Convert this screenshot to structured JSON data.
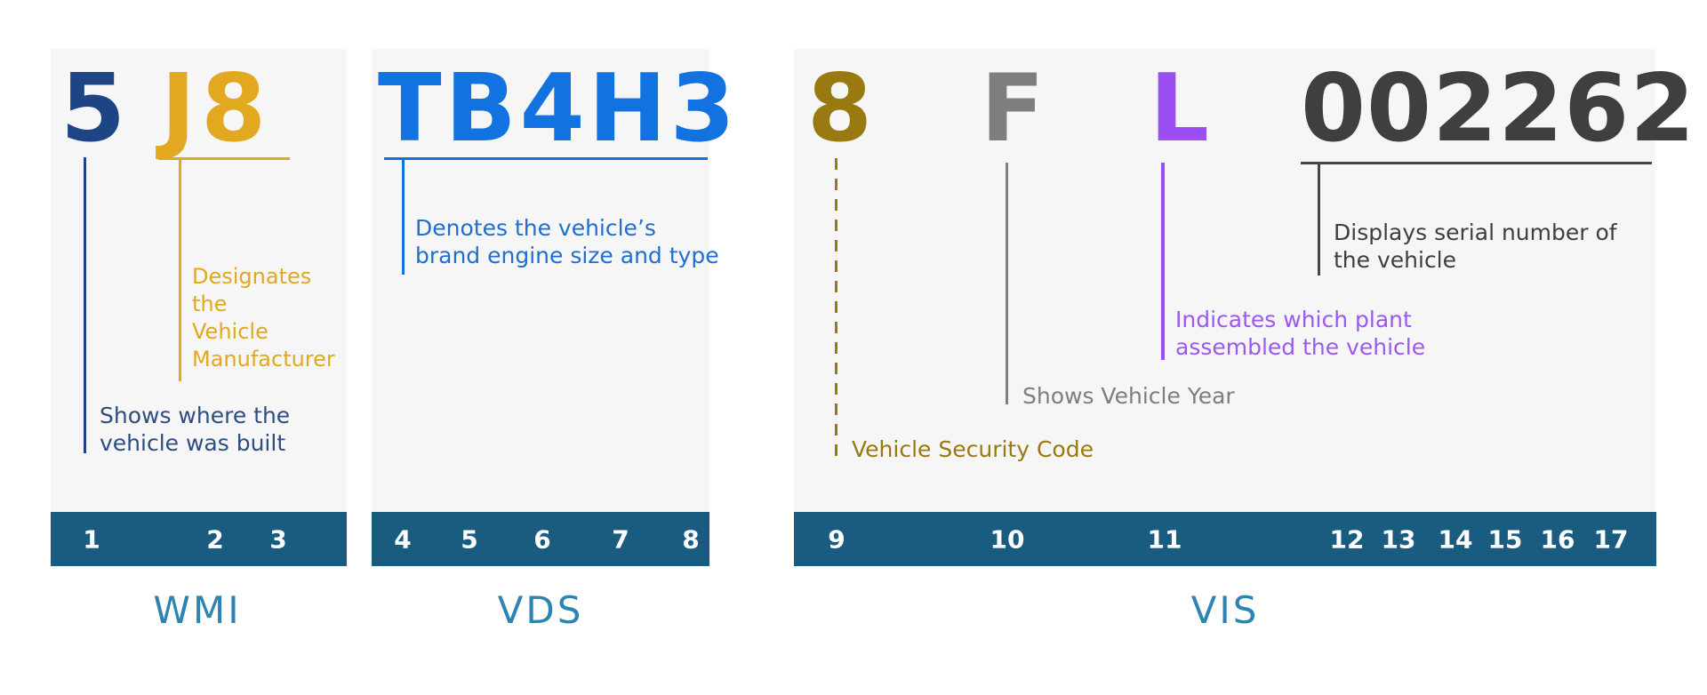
{
  "colors": {
    "card_background": "#f6f6f7",
    "position_bar_teal": "#1a5b80",
    "section_label_blue": "#2d83b2",
    "wmi_country_navy": "#1d4484",
    "wmi_manufacturer_gold": "#e2a81f",
    "vds_blue": "#1273e0",
    "vis_security_olive": "#997a10",
    "vis_year_gray": "#7e7e7e",
    "vis_plant_purple": "#9b4ff2",
    "vis_serial_dark": "#3f3f3f",
    "position_number_white": "#ffffff"
  },
  "sections": {
    "wmi": {
      "title": "WMI",
      "char_country": "5",
      "char_manufacturer": "J8",
      "note_country": [
        "Shows where the",
        "vehicle was built"
      ],
      "note_manufacturer": [
        "Designates",
        "the",
        "Vehicle",
        "Manufacturer"
      ],
      "positions": [
        "1",
        "2",
        "3"
      ]
    },
    "vds": {
      "title": "VDS",
      "chars": "TB4H3",
      "note": [
        "Denotes the vehicle’s",
        "brand engine size and type"
      ],
      "positions": [
        "4",
        "5",
        "6",
        "7",
        "8"
      ]
    },
    "vis": {
      "title": "VIS",
      "char_security": "8",
      "char_year": "F",
      "char_plant": "L",
      "char_serial": "002262",
      "note_security": "Vehicle Security Code",
      "note_year": "Shows Vehicle Year",
      "note_plant": [
        "Indicates which plant",
        "assembled the vehicle"
      ],
      "note_serial": [
        "Displays serial number of",
        "the vehicle"
      ],
      "positions": [
        "9",
        "10",
        "11",
        "12",
        "13",
        "14",
        "15",
        "16",
        "17"
      ]
    }
  }
}
